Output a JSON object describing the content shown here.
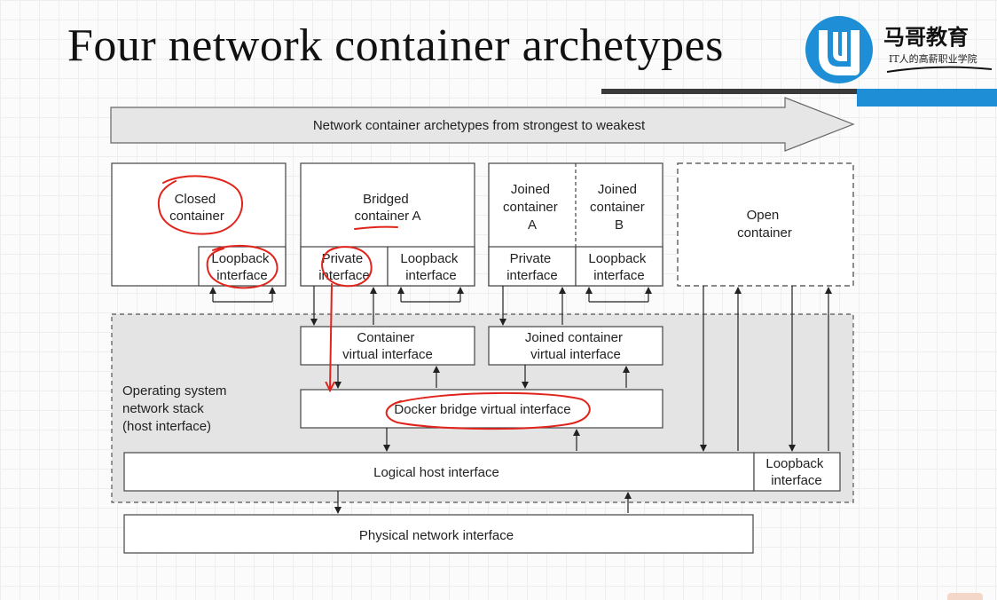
{
  "slide": {
    "title": "Four network container archetypes"
  },
  "logo": {
    "brand": "马哥教育",
    "slogan": "IT人的高薪职业学院",
    "accent_color": "#1e8fd6",
    "icon": "brand-badge-icon"
  },
  "diagram": {
    "arrow_banner": "Network container archetypes from strongest to weakest",
    "containers": {
      "closed": {
        "label": [
          "Closed",
          "container"
        ],
        "loopback": [
          "Loopback",
          "interface"
        ]
      },
      "bridged": {
        "label": [
          "Bridged",
          "container A"
        ],
        "private": [
          "Private",
          "interface"
        ],
        "loopback": [
          "Loopback",
          "interface"
        ]
      },
      "joined": {
        "a_label": [
          "Joined",
          "container",
          "A"
        ],
        "b_label": [
          "Joined",
          "container",
          "B"
        ],
        "private": [
          "Private",
          "interface"
        ],
        "loopback": [
          "Loopback",
          "interface"
        ]
      },
      "open": {
        "label": [
          "Open",
          "container"
        ]
      }
    },
    "host": {
      "stack_label": [
        "Operating system",
        "network stack",
        "(host interface)"
      ],
      "container_virtual": [
        "Container",
        "virtual interface"
      ],
      "joined_virtual": [
        "Joined container",
        "virtual interface"
      ],
      "docker_bridge": "Docker bridge virtual interface",
      "logical_host": "Logical host interface",
      "host_loopback": [
        "Loopback",
        "interface"
      ]
    },
    "physical": "Physical network interface",
    "annotation_color": "#e0241b"
  }
}
